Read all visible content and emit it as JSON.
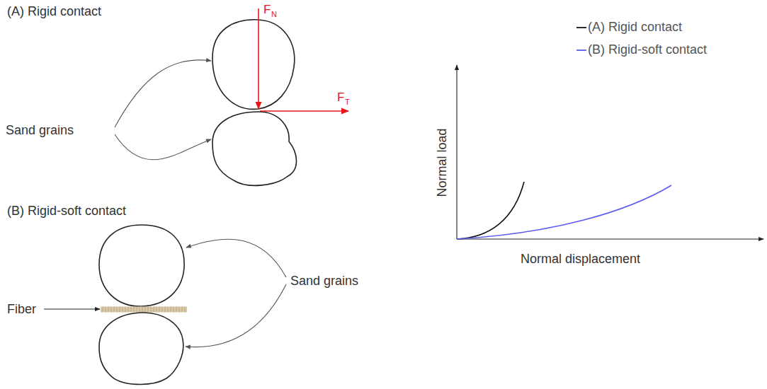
{
  "diagram": {
    "labels": [
      "(A) Rigid contact",
      "F",
      "N",
      "F",
      "T",
      "Sand grains",
      "(B) Rigid-soft contact",
      "Fiber",
      "Sand grains",
      "Normal load",
      "Normal displacement"
    ],
    "legend": [
      {
        "text": "(A) Rigid contact"
      },
      {
        "text": "(B) Rigid-soft contact"
      }
    ]
  }
}
